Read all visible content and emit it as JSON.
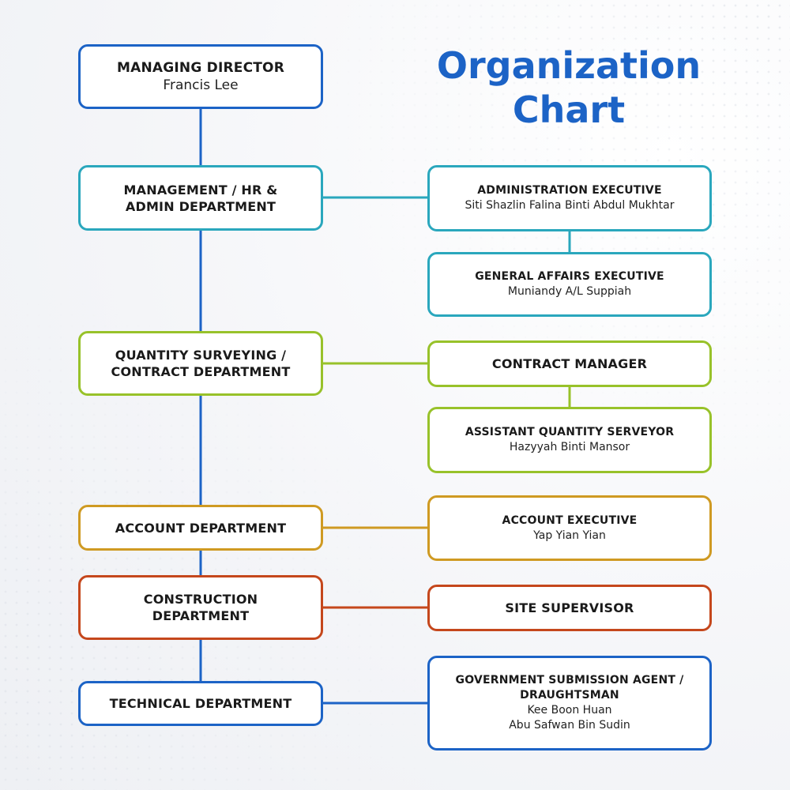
{
  "title": {
    "line1": "Organization",
    "line2": "Chart"
  },
  "colors": {
    "title": "#1c63c6",
    "blue": "#1c63c6",
    "cyan": "#2aa7bd",
    "green": "#98c22a",
    "gold": "#cf9a22",
    "red": "#c5471c"
  },
  "managing_director": {
    "title": "MANAGING DIRECTOR",
    "name": "Francis Lee"
  },
  "departments": [
    {
      "line1": "MANAGEMENT / HR &",
      "line2": "ADMIN DEPARTMENT"
    },
    {
      "line1": "QUANTITY SURVEYING /",
      "line2": "CONTRACT DEPARTMENT"
    },
    {
      "line1": "ACCOUNT DEPARTMENT"
    },
    {
      "line1": "CONSTRUCTION",
      "line2": "DEPARTMENT"
    },
    {
      "line1": "TECHNICAL DEPARTMENT"
    }
  ],
  "positions": {
    "admin_exec": {
      "title": "ADMINISTRATION EXECUTIVE",
      "name": "Siti Shazlin Falina Binti Abdul Mukhtar"
    },
    "general_affairs": {
      "title": "GENERAL AFFAIRS EXECUTIVE",
      "name": "Muniandy A/L Suppiah"
    },
    "contract_manager": {
      "title": "CONTRACT MANAGER"
    },
    "assistant_qs": {
      "title": "ASSISTANT QUANTITY SERVEYOR",
      "name": "Hazyyah Binti Mansor"
    },
    "account_exec": {
      "title": "ACCOUNT EXECUTIVE",
      "name": "Yap Yian Yian"
    },
    "site_supervisor": {
      "title": "SITE SUPERVISOR"
    },
    "gov_agent": {
      "title1": "GOVERNMENT SUBMISSION AGENT /",
      "title2": "DRAUGHTSMAN",
      "name1": "Kee Boon Huan",
      "name2": "Abu Safwan Bin Sudin"
    }
  }
}
